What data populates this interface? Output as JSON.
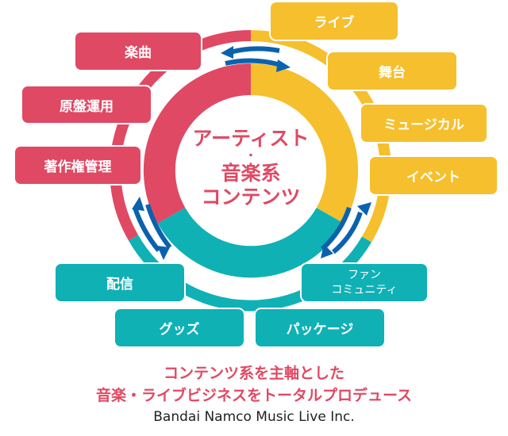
{
  "colors": {
    "music_red": "#e04963",
    "live_yellow": "#f5bf2e",
    "media_teal": "#0fb1b5",
    "arrow_blue": "#0a62ad",
    "text_red": "#e04963"
  },
  "center": {
    "line1": "アーティスト",
    "separator": "・",
    "line2": "音楽系",
    "line3": "コンテンツ"
  },
  "boxes": {
    "red": [
      "楽曲",
      "原盤運用",
      "著作権管理"
    ],
    "yellow": [
      "ライブ",
      "舞台",
      "ミュージカル",
      "イベント"
    ],
    "teal": [
      "配信",
      "グッズ",
      "パッケージ",
      "ファン",
      "コミュニティ"
    ]
  },
  "tagline": {
    "line1": "コンテンツ系を主軸とした",
    "line2": "音楽・ライブビジネスをトータルプロデュース"
  },
  "company": "Bandai Namco Music Live Inc."
}
